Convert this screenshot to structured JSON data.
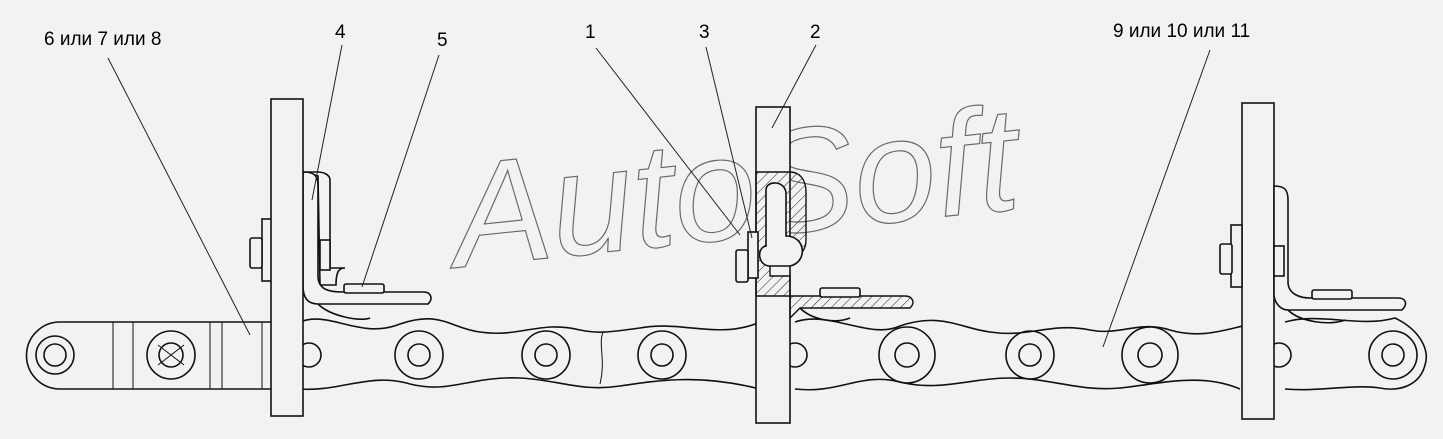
{
  "watermark": "AutoSoft",
  "callouts": {
    "c1": "1",
    "c2": "2",
    "c3": "3",
    "c4": "4",
    "c5": "5",
    "c6": "6 или 7 или 8",
    "c9": "9 или 10 или 11"
  },
  "colors": {
    "background": "#f2f2f2",
    "line": "#111111",
    "watermark_outline": "#6a6a6a"
  }
}
